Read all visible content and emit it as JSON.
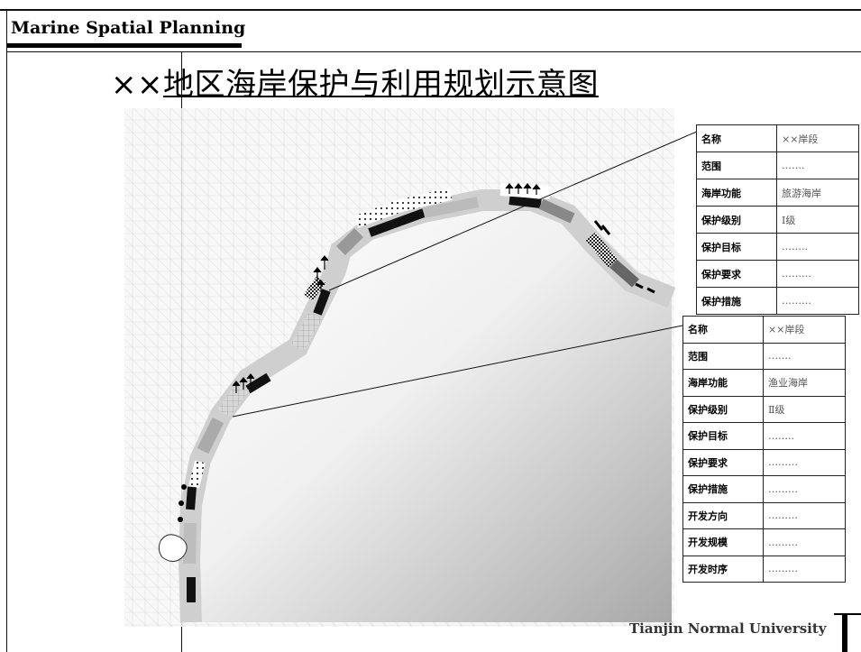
{
  "header": {
    "subject": "Marine Spatial Planning",
    "title_prefix": "××",
    "title_main": "地区海岸保护与利用规划示意图"
  },
  "footer": {
    "institution": "Tianjin Normal University"
  },
  "table1": {
    "rows": [
      {
        "key": "名称",
        "value": "××岸段"
      },
      {
        "key": "范围",
        "value": "……."
      },
      {
        "key": "海岸功能",
        "value": "旅游海岸"
      },
      {
        "key": "保护级别",
        "value": "Ⅰ级"
      },
      {
        "key": "保护目标",
        "value": "…….."
      },
      {
        "key": "保护要求",
        "value": "………"
      },
      {
        "key": "保护措施",
        "value": "………"
      }
    ]
  },
  "table2": {
    "rows": [
      {
        "key": "名称",
        "value": "××岸段"
      },
      {
        "key": "范围",
        "value": "……."
      },
      {
        "key": "海岸功能",
        "value": "渔业海岸"
      },
      {
        "key": "保护级别",
        "value": "Ⅱ级"
      },
      {
        "key": "保护目标",
        "value": "…….."
      },
      {
        "key": "保护要求",
        "value": "………"
      },
      {
        "key": "保护措施",
        "value": "………"
      },
      {
        "key": "开发方向",
        "value": "………"
      },
      {
        "key": "开发规模",
        "value": "………"
      },
      {
        "key": "开发时序",
        "value": "………"
      }
    ]
  }
}
